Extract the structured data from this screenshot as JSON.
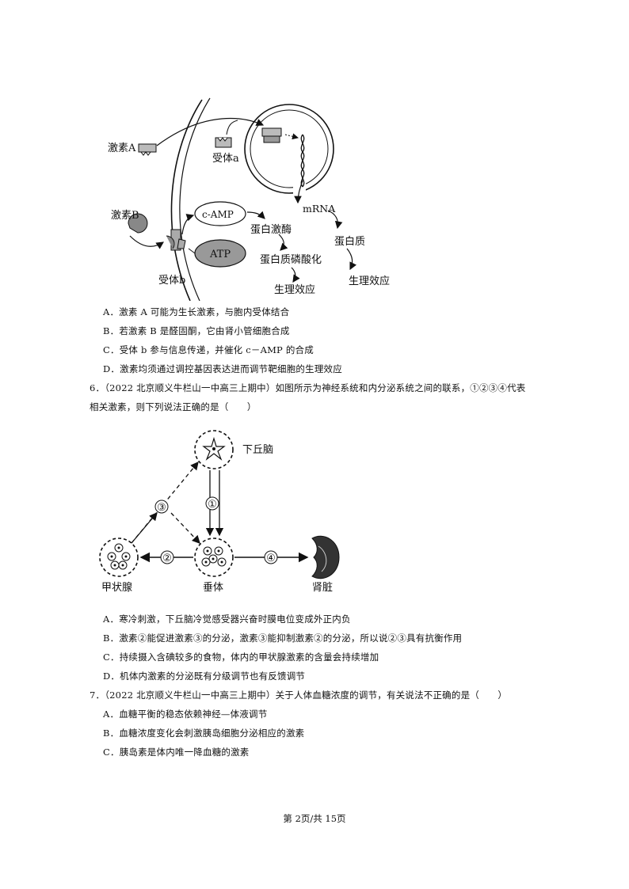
{
  "figure1": {
    "hormone_a": "激素A",
    "receptor_a": "受体a",
    "mrna": "mRNA",
    "hormone_b": "激素B",
    "camp": "c-AMP",
    "atp": "ATP",
    "kinase": "蛋白激酶",
    "phosphorylation": "蛋白质磷酸化",
    "effect_left": "生理效应",
    "protein": "蛋白质",
    "effect_right": "生理效应",
    "receptor_b": "受体b"
  },
  "q5_options": [
    "A．激素 A 可能为生长激素，与胞内受体结合",
    "B．若激素 B 是醛固酮，它由肾小管细胞合成",
    "C．受体 b 参与信息传递，并催化 c－AMP 的合成",
    "D．激素均须通过调控基因表达进而调节靶细胞的生理效应"
  ],
  "q6": {
    "line1": "6．（2022 北京顺义牛栏山一中高三上期中）如图所示为神经系统和内分泌系统之间的联系，①②③④代表",
    "line2": "相关激素，则下列说法正确的是（　　）"
  },
  "figure2": {
    "hypothalamus": "下丘脑",
    "pituitary": "垂体",
    "thyroid": "甲状腺",
    "kidney": "肾脏",
    "n1": "①",
    "n2": "②",
    "n3": "③",
    "n4": "④"
  },
  "q6_options": [
    "A．寒冷刺激，下丘脑冷觉感受器兴奋时膜电位变成外正内负",
    "B．激素②能促进激素③的分泌，激素③能抑制激素②的分泌，所以说②③具有抗衡作用",
    "C．持续摄入含碘较多的食物，体内的甲状腺激素的含量会持续增加",
    "D．机体内激素的分泌既有分级调节也有反馈调节"
  ],
  "q7": {
    "line1": "7．（2022 北京顺义牛栏山一中高三上期中）关于人体血糖浓度的调节，有关说法不正确的是（　　）"
  },
  "q7_options": [
    "A．血糖平衡的稳态依赖神经—体液调节",
    "B．血糖浓度变化会刺激胰岛细胞分泌相应的激素",
    "C．胰岛素是体内唯一降血糖的激素"
  ],
  "footer": "第 2页/共 15页"
}
